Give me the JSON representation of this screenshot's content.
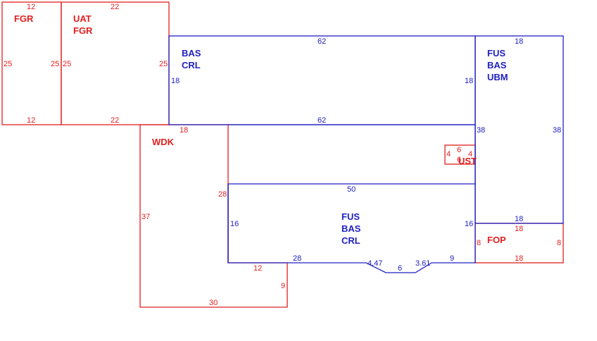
{
  "colors": {
    "red": "#e02020",
    "blue": "#2020c0"
  },
  "areas": {
    "fgr": {
      "lines": [
        "FGR"
      ]
    },
    "uat_fgr": {
      "lines": [
        "UAT",
        "FGR"
      ]
    },
    "bas_crl_top": {
      "lines": [
        "BAS",
        "CRL"
      ]
    },
    "fus_bas_ubm": {
      "lines": [
        "FUS",
        "BAS",
        "UBM"
      ]
    },
    "wdk": {
      "lines": [
        "WDK"
      ]
    },
    "ust": {
      "lines": [
        "UST"
      ]
    },
    "fus_bas_crl": {
      "lines": [
        "FUS",
        "BAS",
        "CRL"
      ]
    },
    "fop": {
      "lines": [
        "FOP"
      ]
    }
  },
  "dimensions": {
    "fgr_top": "12",
    "fgr_bottom": "12",
    "fgr_left": "25",
    "fgr_right": "25",
    "uat_top": "22",
    "uat_bottom": "22",
    "uat_left": "25",
    "uat_right": "25",
    "bas_top": "62",
    "bas_bottom": "62",
    "bas_left": "18",
    "bas_right": "18",
    "ubm_top": "18",
    "ubm_left": "38",
    "ubm_right": "38",
    "ubm_bottom": "18",
    "wdk_top": "18",
    "wdk_right": "28",
    "wdk_left": "37",
    "wdk_bottom": "30",
    "wdk_step_h": "12",
    "wdk_step_v": "9",
    "ust_top": "6",
    "ust_left": "4",
    "ust_right": "4",
    "ust_bottom": "6",
    "crl_top": "50",
    "crl_left": "16",
    "crl_right": "16",
    "crl_bottom_left": "28",
    "crl_bay_left": "4.47",
    "crl_bay_mid": "6",
    "crl_bay_right": "3.61",
    "crl_bottom_right": "9",
    "fop_top": "18",
    "fop_left": "8",
    "fop_right": "8",
    "fop_bottom": "18"
  }
}
